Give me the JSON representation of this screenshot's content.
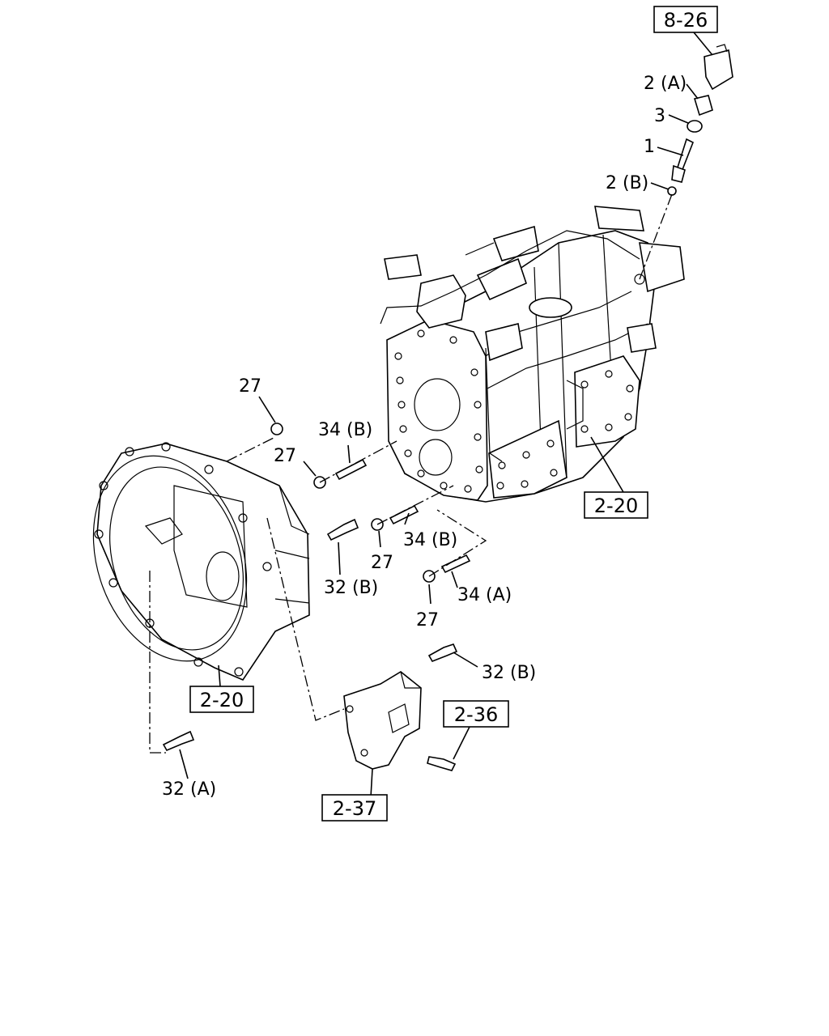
{
  "callouts": {
    "ref_8_26": "8-26",
    "p2a": "2 (A)",
    "p3": "3",
    "p1": "1",
    "p2b": "2 (B)",
    "ref_2_20_right": "2-20",
    "ref_2_20_left": "2-20",
    "p27_a": "27",
    "p27_b": "27",
    "p27_c": "27",
    "p27_d": "27",
    "p34b_a": "34 (B)",
    "p34b_b": "34 (B)",
    "p34a": "34 (A)",
    "p32b_a": "32 (B)",
    "p32b_b": "32 (B)",
    "p32a": "32 (A)",
    "ref_2_36": "2-36",
    "ref_2_37": "2-37"
  },
  "diagram_parts": [
    "speedometer-sensor",
    "sleeve",
    "o-ring",
    "driven-gear",
    "washer",
    "transmission-assembly",
    "clutch-housing",
    "stud-bolt",
    "nut",
    "flange-bolt",
    "mounting-bracket"
  ]
}
